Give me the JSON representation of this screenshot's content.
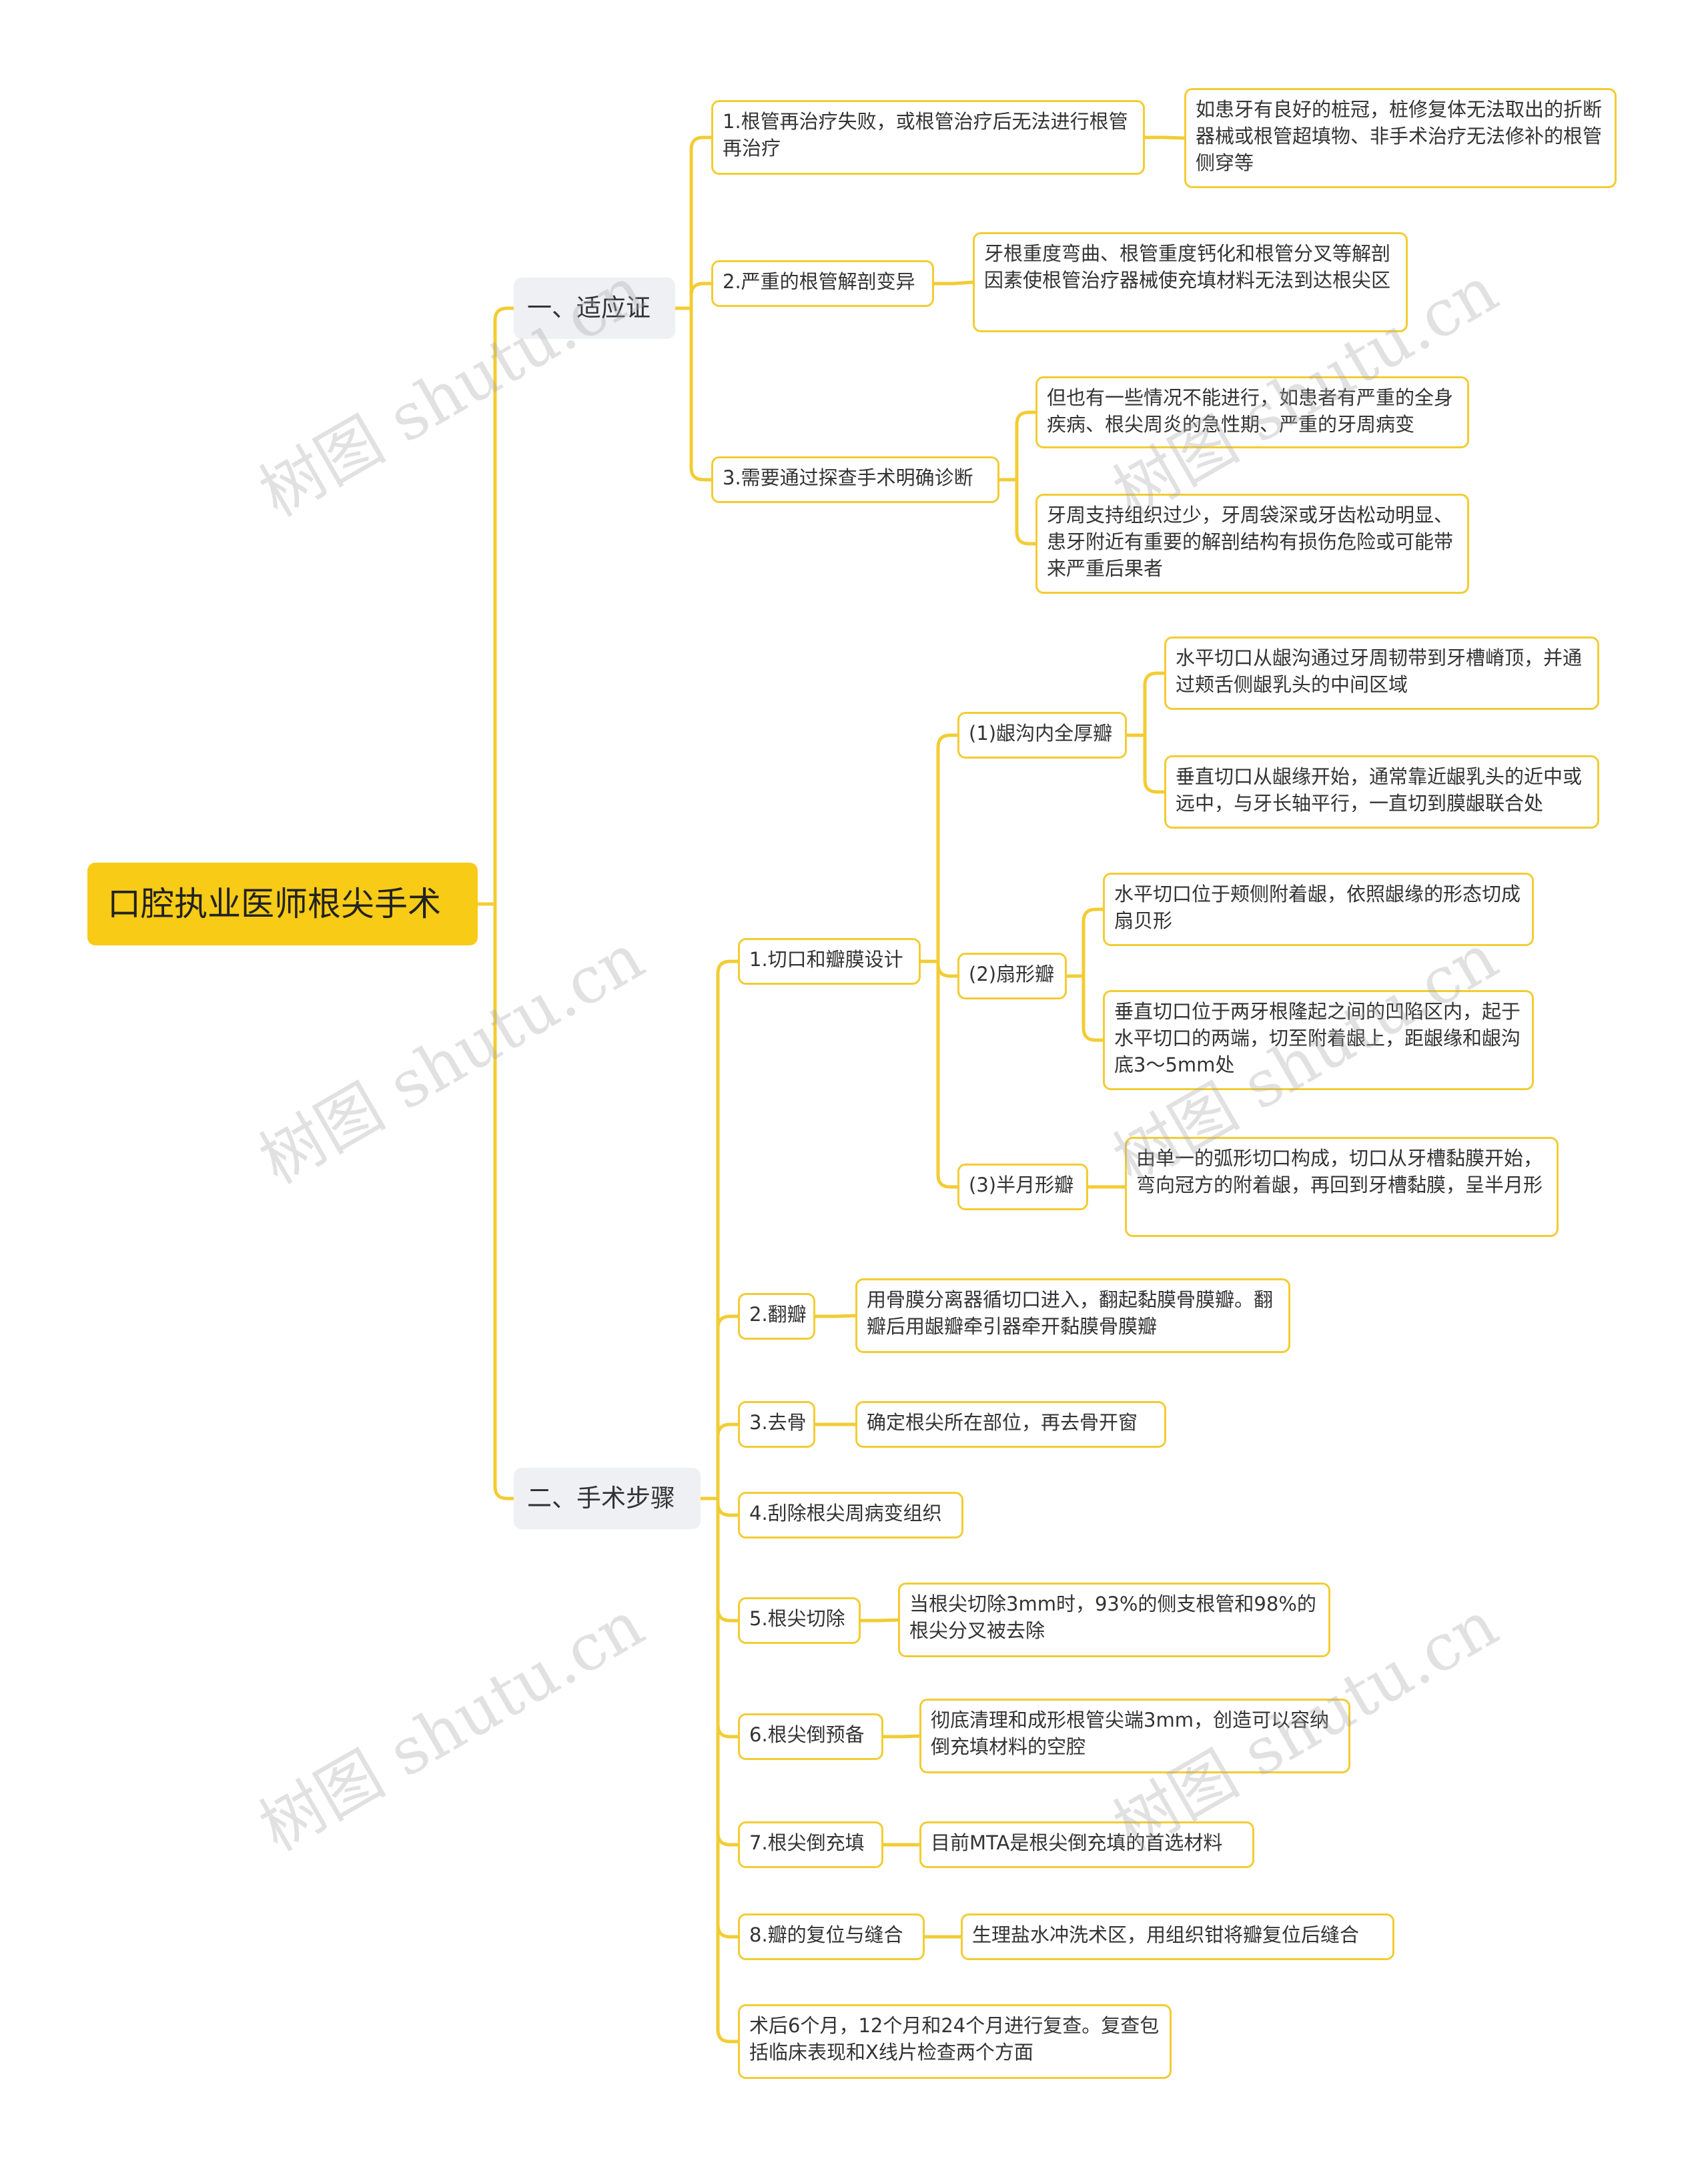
{
  "root": {
    "label": "口腔执业医师根尖手术"
  },
  "branches": [
    {
      "label": "一、适应证",
      "items": [
        {
          "label": "1.根管再治疗失败，或根管治疗后无法进行根管再治疗",
          "details": [
            "如患牙有良好的桩冠，桩修复体无法取出的折断器械或根管超填物、非手术治疗无法修补的根管侧穿等"
          ]
        },
        {
          "label": "2.严重的根管解剖变异",
          "details": [
            "牙根重度弯曲、根管重度钙化和根管分叉等解剖因素使根管治疗器械使充填材料无法到达根尖区"
          ]
        },
        {
          "label": "3.需要通过探查手术明确诊断",
          "details": [
            "但也有一些情况不能进行，如患者有严重的全身疾病、根尖周炎的急性期、严重的牙周病变",
            "牙周支持组织过少，牙周袋深或牙齿松动明显、患牙附近有重要的解剖结构有损伤危险或可能带来严重后果者"
          ]
        }
      ]
    },
    {
      "label": "二、手术步骤",
      "items": [
        {
          "label": "1.切口和瓣膜设计",
          "subitems": [
            {
              "label": "(1)龈沟内全厚瓣",
              "details": [
                "水平切口从龈沟通过牙周韧带到牙槽嵴顶，并通过颊舌侧龈乳头的中间区域",
                "垂直切口从龈缘开始，通常靠近龈乳头的近中或远中，与牙长轴平行，一直切到膜龈联合处"
              ]
            },
            {
              "label": "(2)扇形瓣",
              "details": [
                "水平切口位于颊侧附着龈，依照龈缘的形态切成扇贝形",
                "垂直切口位于两牙根隆起之间的凹陷区内，起于水平切口的两端，切至附着龈上，距龈缘和龈沟底3～5mm处"
              ]
            },
            {
              "label": "(3)半月形瓣",
              "details": [
                "由单一的弧形切口构成，切口从牙槽黏膜开始，弯向冠方的附着龈，再回到牙槽黏膜，呈半月形"
              ]
            }
          ]
        },
        {
          "label": "2.翻瓣",
          "details": [
            "用骨膜分离器循切口进入，翻起黏膜骨膜瓣。翻瓣后用龈瓣牵引器牵开黏膜骨膜瓣"
          ]
        },
        {
          "label": "3.去骨",
          "details": [
            "确定根尖所在部位，再去骨开窗"
          ]
        },
        {
          "label": "4.刮除根尖周病变组织",
          "details": []
        },
        {
          "label": "5.根尖切除",
          "details": [
            "当根尖切除3mm时，93%的侧支根管和98%的根尖分叉被去除"
          ]
        },
        {
          "label": "6.根尖倒预备",
          "details": [
            "彻底清理和成形根管尖端3mm，创造可以容纳倒充填材料的空腔"
          ]
        },
        {
          "label": "7.根尖倒充填",
          "details": [
            "目前MTA是根尖倒充填的首选材料"
          ]
        },
        {
          "label": "8.瓣的复位与缝合",
          "details": [
            "生理盐水冲洗术区，用组织钳将瓣复位后缝合"
          ]
        },
        {
          "label": "术后6个月，12个月和24个月进行复查。复查包括临床表现和X线片检查两个方面",
          "details": []
        }
      ]
    }
  ],
  "watermark": "树图 shutu.cn",
  "colors": {
    "accent": "#f7cb16",
    "line": "#f2cc33",
    "branch_bg": "#eef0f4"
  }
}
